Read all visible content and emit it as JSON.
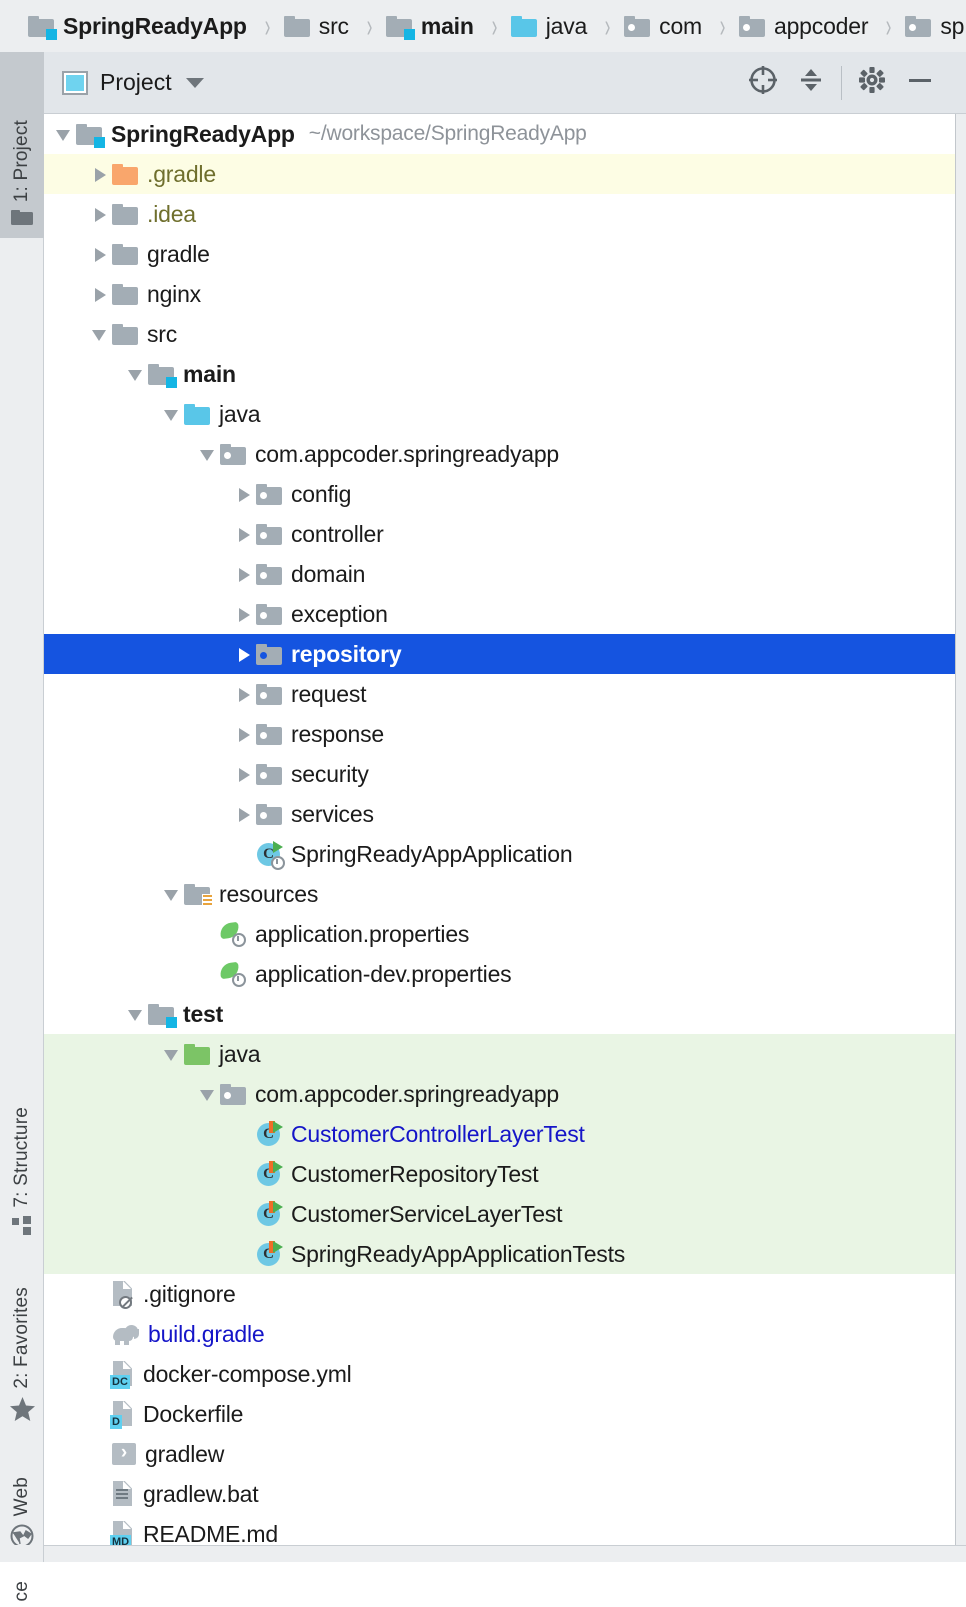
{
  "breadcrumb": {
    "separator": "›",
    "items": [
      {
        "label": "SpringReadyApp",
        "icon": "module-folder-icon",
        "bold": true
      },
      {
        "label": "src",
        "icon": "folder-icon",
        "bold": false
      },
      {
        "label": "main",
        "icon": "module-folder-icon",
        "bold": true
      },
      {
        "label": "java",
        "icon": "source-folder-icon",
        "bold": false
      },
      {
        "label": "com",
        "icon": "package-folder-icon",
        "bold": false
      },
      {
        "label": "appcoder",
        "icon": "package-folder-icon",
        "bold": false
      },
      {
        "label": "sp",
        "icon": "package-folder-icon",
        "bold": false
      }
    ]
  },
  "panel": {
    "title": "Project",
    "view_icon": "project-view-icon",
    "dropdown_icon": "chevron-down-icon",
    "tools": [
      {
        "name": "select-opened-file-button",
        "icon": "crosshair-target-icon"
      },
      {
        "name": "collapse-all-button",
        "icon": "collapse-all-icon"
      },
      {
        "name": "settings-button",
        "icon": "gear-icon"
      },
      {
        "name": "hide-button",
        "icon": "minimize-icon"
      }
    ]
  },
  "left_stripe": {
    "tabs": [
      {
        "label": "1: Project",
        "icon": "project-folder-icon",
        "active": true
      },
      {
        "label": "7: Structure",
        "icon": "structure-squares-icon",
        "active": false
      },
      {
        "label": "2: Favorites",
        "icon": "star-icon",
        "active": false
      },
      {
        "label": "Web",
        "icon": "globe-icon",
        "active": false
      },
      {
        "label": "ce",
        "icon": "",
        "active": false
      }
    ]
  },
  "colors": {
    "selection_blue": "#1554e0",
    "ignored_olive": "#6f6f2d",
    "open_file_blue": "#1515c8",
    "test_source_bg": "#e9f5e4",
    "gradle_bg": "#fdfde4",
    "module_marker_cyan": "#14b5e4"
  },
  "tree": {
    "rows": [
      {
        "indent": 0,
        "twisty": "open",
        "icon": "module-folder-icon",
        "label": "SpringReadyApp",
        "bold": true,
        "sub": "~/workspace/SpringReadyApp",
        "style": ""
      },
      {
        "indent": 1,
        "twisty": "closed",
        "icon": "orange-folder-icon",
        "label": ".gradle",
        "bold": false,
        "sub": "",
        "style": "olive",
        "rowbg": "hl-yellow"
      },
      {
        "indent": 1,
        "twisty": "closed",
        "icon": "folder-icon",
        "label": ".idea",
        "bold": false,
        "sub": "",
        "style": "olive"
      },
      {
        "indent": 1,
        "twisty": "closed",
        "icon": "folder-icon",
        "label": "gradle",
        "bold": false,
        "sub": "",
        "style": ""
      },
      {
        "indent": 1,
        "twisty": "closed",
        "icon": "folder-icon",
        "label": "nginx",
        "bold": false,
        "sub": "",
        "style": ""
      },
      {
        "indent": 1,
        "twisty": "open",
        "icon": "folder-icon",
        "label": "src",
        "bold": false,
        "sub": "",
        "style": ""
      },
      {
        "indent": 2,
        "twisty": "open",
        "icon": "module-folder-icon",
        "label": "main",
        "bold": true,
        "sub": "",
        "style": ""
      },
      {
        "indent": 3,
        "twisty": "open",
        "icon": "source-folder-icon",
        "label": "java",
        "bold": false,
        "sub": "",
        "style": ""
      },
      {
        "indent": 4,
        "twisty": "open",
        "icon": "package-folder-icon",
        "label": "com.appcoder.springreadyapp",
        "bold": false,
        "sub": "",
        "style": ""
      },
      {
        "indent": 5,
        "twisty": "closed",
        "icon": "package-folder-icon",
        "label": "config",
        "bold": false,
        "sub": "",
        "style": ""
      },
      {
        "indent": 5,
        "twisty": "closed",
        "icon": "package-folder-icon",
        "label": "controller",
        "bold": false,
        "sub": "",
        "style": ""
      },
      {
        "indent": 5,
        "twisty": "closed",
        "icon": "package-folder-icon",
        "label": "domain",
        "bold": false,
        "sub": "",
        "style": ""
      },
      {
        "indent": 5,
        "twisty": "closed",
        "icon": "package-folder-icon",
        "label": "exception",
        "bold": false,
        "sub": "",
        "style": ""
      },
      {
        "indent": 5,
        "twisty": "closed",
        "icon": "package-folder-icon",
        "label": "repository",
        "bold": false,
        "sub": "",
        "style": "",
        "rowbg": "selected"
      },
      {
        "indent": 5,
        "twisty": "closed",
        "icon": "package-folder-icon",
        "label": "request",
        "bold": false,
        "sub": "",
        "style": ""
      },
      {
        "indent": 5,
        "twisty": "closed",
        "icon": "package-folder-icon",
        "label": "response",
        "bold": false,
        "sub": "",
        "style": ""
      },
      {
        "indent": 5,
        "twisty": "closed",
        "icon": "package-folder-icon",
        "label": "security",
        "bold": false,
        "sub": "",
        "style": ""
      },
      {
        "indent": 5,
        "twisty": "closed",
        "icon": "package-folder-icon",
        "label": "services",
        "bold": false,
        "sub": "",
        "style": ""
      },
      {
        "indent": 5,
        "twisty": "none",
        "icon": "spring-boot-class-icon",
        "label": "SpringReadyAppApplication",
        "bold": false,
        "sub": "",
        "style": ""
      },
      {
        "indent": 3,
        "twisty": "open",
        "icon": "resources-folder-icon",
        "label": "resources",
        "bold": false,
        "sub": "",
        "style": ""
      },
      {
        "indent": 4,
        "twisty": "none",
        "icon": "spring-properties-icon",
        "label": "application.properties",
        "bold": false,
        "sub": "",
        "style": ""
      },
      {
        "indent": 4,
        "twisty": "none",
        "icon": "spring-properties-icon",
        "label": "application-dev.properties",
        "bold": false,
        "sub": "",
        "style": ""
      },
      {
        "indent": 2,
        "twisty": "open",
        "icon": "module-folder-icon",
        "label": "test",
        "bold": true,
        "sub": "",
        "style": ""
      },
      {
        "indent": 3,
        "twisty": "open",
        "icon": "test-source-folder-icon",
        "label": "java",
        "bold": false,
        "sub": "",
        "style": "",
        "rowbg": "hl-green"
      },
      {
        "indent": 4,
        "twisty": "open",
        "icon": "package-folder-icon",
        "label": "com.appcoder.springreadyapp",
        "bold": false,
        "sub": "",
        "style": "",
        "rowbg": "hl-green"
      },
      {
        "indent": 5,
        "twisty": "none",
        "icon": "test-class-icon",
        "label": "CustomerControllerLayerTest",
        "bold": false,
        "sub": "",
        "style": "blue",
        "rowbg": "hl-green"
      },
      {
        "indent": 5,
        "twisty": "none",
        "icon": "test-class-icon",
        "label": "CustomerRepositoryTest",
        "bold": false,
        "sub": "",
        "style": "",
        "rowbg": "hl-green"
      },
      {
        "indent": 5,
        "twisty": "none",
        "icon": "test-class-icon",
        "label": "CustomerServiceLayerTest",
        "bold": false,
        "sub": "",
        "style": "",
        "rowbg": "hl-green"
      },
      {
        "indent": 5,
        "twisty": "none",
        "icon": "test-class-icon",
        "label": "SpringReadyAppApplicationTests",
        "bold": false,
        "sub": "",
        "style": "",
        "rowbg": "hl-green"
      },
      {
        "indent": 1,
        "twisty": "none",
        "icon": "gitignore-file-icon",
        "label": ".gitignore",
        "bold": false,
        "sub": "",
        "style": ""
      },
      {
        "indent": 1,
        "twisty": "none",
        "icon": "gradle-elephant-icon",
        "label": "build.gradle",
        "bold": false,
        "sub": "",
        "style": "blue"
      },
      {
        "indent": 1,
        "twisty": "none",
        "icon": "docker-compose-file-icon",
        "label": "docker-compose.yml",
        "bold": false,
        "sub": "",
        "style": "",
        "tag": "DC"
      },
      {
        "indent": 1,
        "twisty": "none",
        "icon": "dockerfile-icon",
        "label": "Dockerfile",
        "bold": false,
        "sub": "",
        "style": "",
        "tag": "D"
      },
      {
        "indent": 1,
        "twisty": "none",
        "icon": "shell-script-icon",
        "label": "gradlew",
        "bold": false,
        "sub": "",
        "style": ""
      },
      {
        "indent": 1,
        "twisty": "none",
        "icon": "text-file-icon",
        "label": "gradlew.bat",
        "bold": false,
        "sub": "",
        "style": ""
      },
      {
        "indent": 1,
        "twisty": "none",
        "icon": "markdown-file-icon",
        "label": "README.md",
        "bold": false,
        "sub": "",
        "style": "",
        "tag": "MD"
      }
    ]
  }
}
